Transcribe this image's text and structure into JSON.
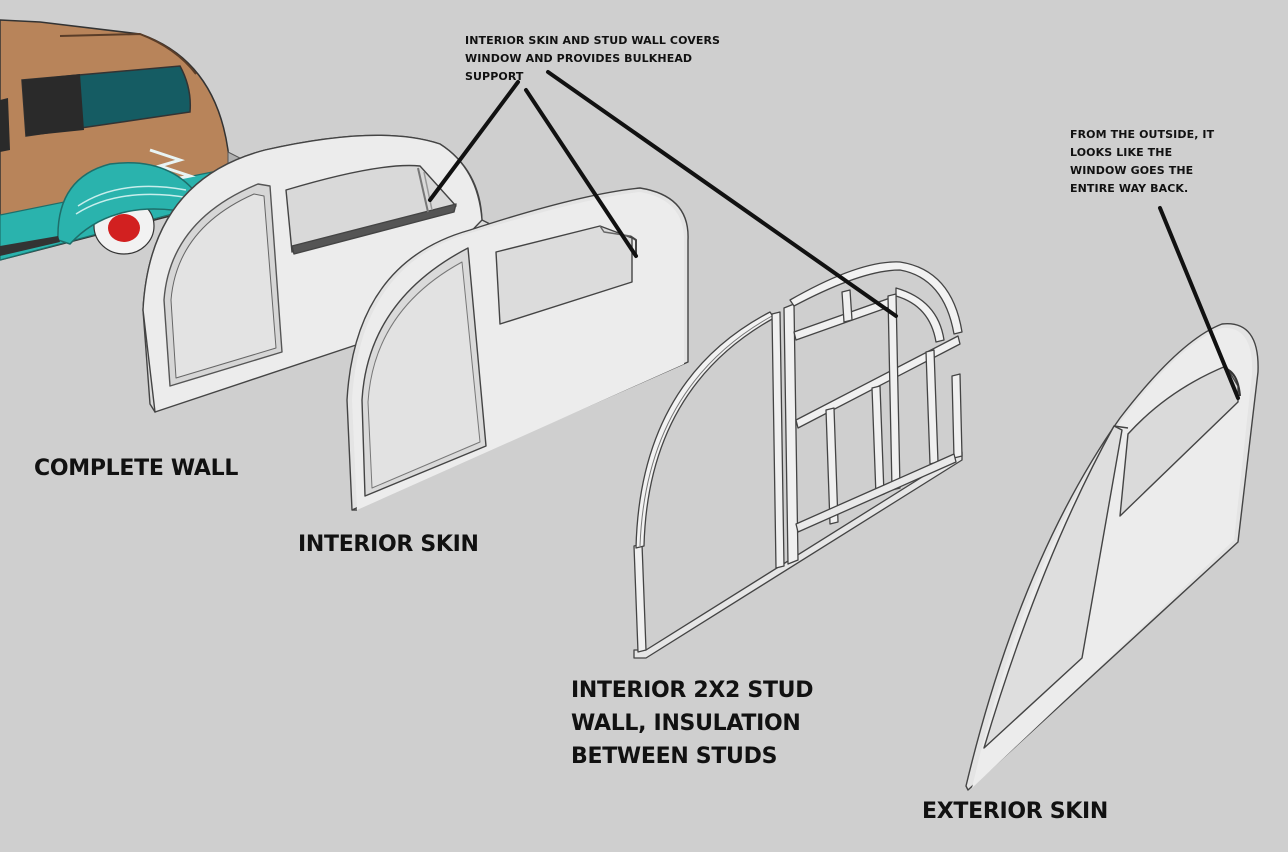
{
  "labels": {
    "complete_wall": "COMPLETE WALL",
    "interior_skin": "INTERIOR SKIN",
    "stud_wall": "INTERIOR 2X2 STUD WALL, INSULATION BETWEEN STUDS",
    "exterior_skin": "EXTERIOR SKIN"
  },
  "notes": {
    "window_support": "INTERIOR SKIN AND STUD WALL COVERS WINDOW AND PROVIDES BULKHEAD SUPPORT",
    "outside_view": "FROM THE OUTSIDE, IT LOOKS LIKE THE WINDOW GOES THE ENTIRE WAY BACK."
  },
  "colors": {
    "background": "#cfcfcf",
    "panel": "#e8e8e8",
    "panel_edge": "#444444",
    "trailer_wood": "#b8845a",
    "fender_teal": "#2ab3ad",
    "callout_line": "#111111"
  }
}
